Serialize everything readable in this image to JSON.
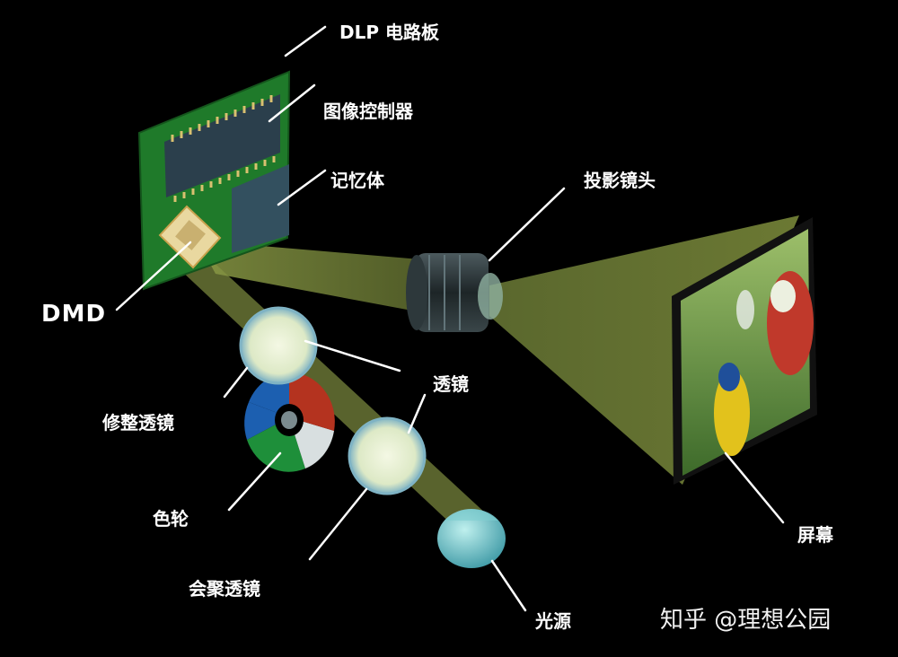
{
  "labels": {
    "dlp_board": "DLP 电路板",
    "image_controller": "图像控制器",
    "memory": "记忆体",
    "projection_lens": "投影镜头",
    "dmd": "DMD",
    "lens": "透镜",
    "trim_lens": "修整透镜",
    "color_wheel": "色轮",
    "condenser_lens": "会聚透镜",
    "screen": "屏幕",
    "light_source": "光源"
  },
  "watermark": "知乎 @理想公园",
  "colors": {
    "background": "#000000",
    "board_green": "#1f7a2a",
    "chip_dark": "#2b3f4c",
    "beam": "#6b7a3a",
    "lens_glass": "#cfe6c8",
    "wheel_blue": "#1c5fb0",
    "wheel_red": "#b4331f",
    "wheel_green": "#1e8f3a",
    "wheel_white": "#d8dfe0",
    "leader_line": "#ffffff"
  },
  "icons": [
    "pcb-board-illustration",
    "dmd-chip-illustration",
    "projection-lens-illustration",
    "color-wheel-illustration",
    "lens-illustration",
    "light-bulb-illustration",
    "projection-screen-illustration"
  ]
}
